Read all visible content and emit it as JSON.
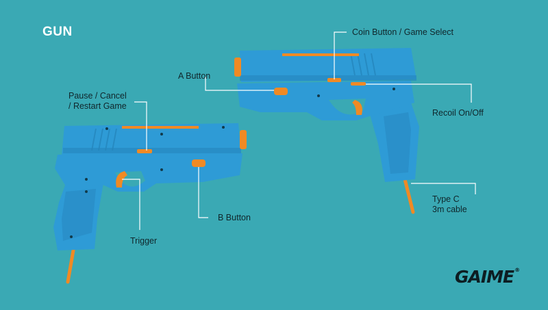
{
  "title": "GUN",
  "colors": {
    "background": "#3aa9b4",
    "gun_body": "#2e9bd6",
    "gun_shade": "#2586bd",
    "orange": "#f08a24",
    "line": "#ffffff"
  },
  "labels": {
    "coin": "Coin Button / Game Select",
    "a_button": "A Button",
    "recoil": "Recoil On/Off",
    "type_c": "Type C\n3m cable",
    "pause": "Pause / Cancel\n/ Restart Game",
    "b_button": "B Button",
    "trigger": "Trigger"
  },
  "brand": {
    "name": "GAIME",
    "mark": "®"
  }
}
